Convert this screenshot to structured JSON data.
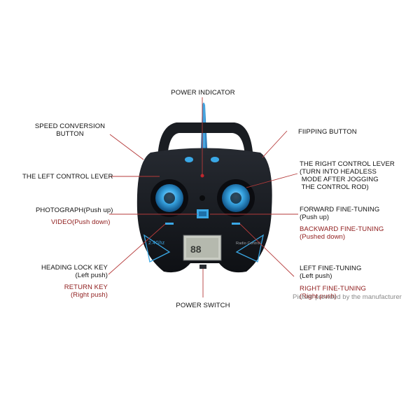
{
  "labels": {
    "power_indicator": "POWER INDICATOR",
    "speed_conversion": "SPEED CONVERSION\nBUTTON",
    "fiipping_button": "FIIPPING BUTTON",
    "left_control_lever": "THE LEFT CONTROL LEVER",
    "right_control_lever": "THE RIGHT CONTROL LEVER\n(TURN INTO HEADLESS\n MODE AFTER JOGGING\n THE CONTROL ROD)",
    "photograph": "PHOTOGRAPH(Push up)",
    "video": "VIDEO(Push down)",
    "forward_fine_tuning": "FORWARD FINE-TUNING\n(Push up)",
    "backward_fine_tuning": "BACKWARD FINE-TUNING\n(Pushed down)",
    "heading_lock_key": "HEADING LOCK KEY\n(Left push)",
    "return_key": "RETURN KEY\n(Right push)",
    "left_fine_tuning": "LEFT FINE-TUNING\n(Left push)",
    "right_fine_tuning": "RIGHT FINE-TUNING\n(Right push)",
    "power_switch": "POWER SWITCH"
  },
  "device_text": {
    "frequency": "2.4Ghz",
    "radio_control": "Radio Control"
  },
  "watermark": "Picture provided by the manufacturer",
  "colors": {
    "body": "#15171c",
    "accent_blue": "#3aa8e6",
    "leader_line": "#b53a3a",
    "label_dark": "#111111",
    "label_red": "#8e1a1a"
  }
}
